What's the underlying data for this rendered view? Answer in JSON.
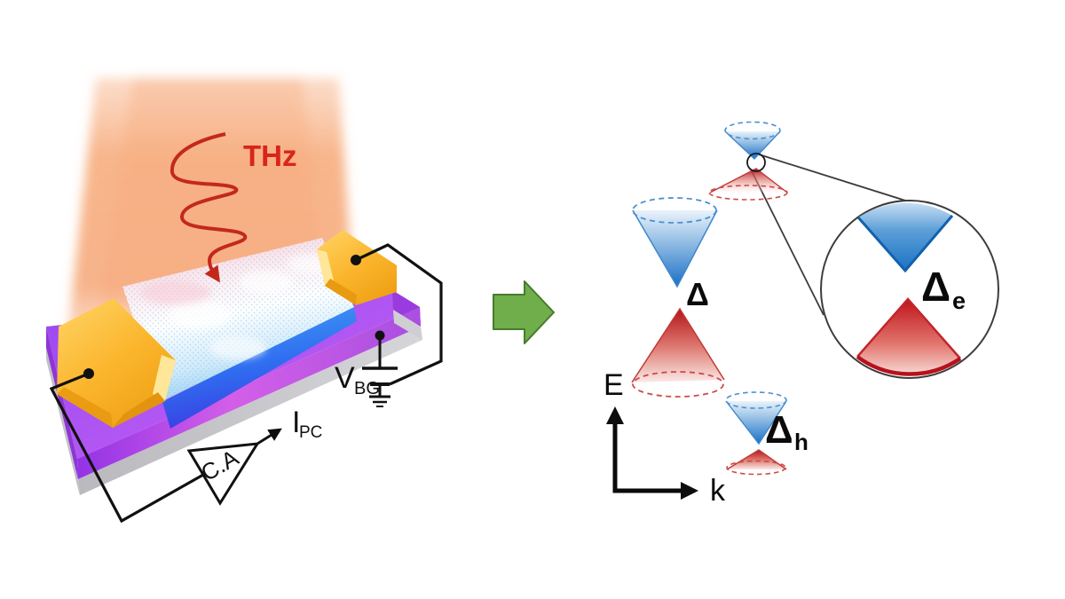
{
  "figure": {
    "description_left": "THz photodetector device schematic",
    "description_right": "Gapped Dirac cone band diagram"
  },
  "labels": {
    "thz": "THz",
    "gate_voltage": {
      "main": "V",
      "sub": "BG"
    },
    "photocurrent": {
      "main": "I",
      "sub": "PC"
    },
    "amplifier": "C.A",
    "gap_main": "Δ",
    "gap_hole": {
      "main": "Δ",
      "sub": "h"
    },
    "gap_electron": {
      "main": "Δ",
      "sub": "e"
    },
    "axis_energy": "E",
    "axis_momentum": "k"
  },
  "colors": {
    "thz_red": "#d9251a",
    "wave_red": "#c3291b",
    "wire_black": "#111111",
    "beam_orange": "#f6a26e",
    "gold": "#f7b127",
    "substrate_purple": "#a84ff0",
    "flake_blue": "#3f7df0",
    "cone_blue": "#1d74c9",
    "cone_red": "#b5161d",
    "arrow_green": "#6fae4a",
    "arrow_green_border": "#497a2f"
  }
}
